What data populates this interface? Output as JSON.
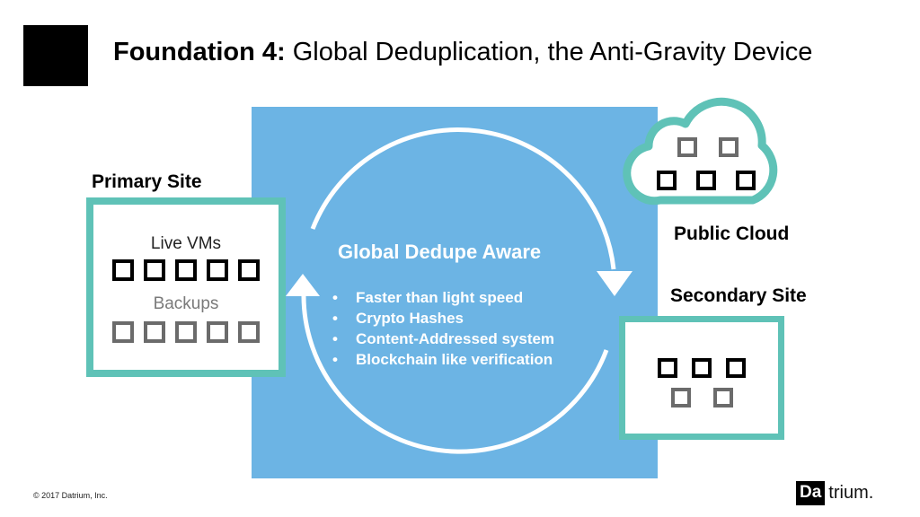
{
  "header": {
    "title_bold": "Foundation 4:",
    "title_rest": "Global Deduplication, the Anti-Gravity Device"
  },
  "primary_site": {
    "label": "Primary Site",
    "live_label": "Live VMs",
    "backups_label": "Backups"
  },
  "center": {
    "title": "Global Dedupe Aware",
    "bullets": [
      "Faster than light speed",
      "Crypto Hashes",
      "Content-Addressed system",
      "Blockchain like verification"
    ]
  },
  "public_cloud": {
    "label": "Public Cloud"
  },
  "secondary_site": {
    "label": "Secondary Site"
  },
  "footer": {
    "copyright": "© 2017 Datrium, Inc.",
    "brand_highlight": "Da",
    "brand_rest": "trium."
  },
  "colors": {
    "panel_blue": "#6cb4e4",
    "accent_teal": "#5fc2b7",
    "text": "#000000",
    "backup_grey": "#6b6b6b"
  }
}
